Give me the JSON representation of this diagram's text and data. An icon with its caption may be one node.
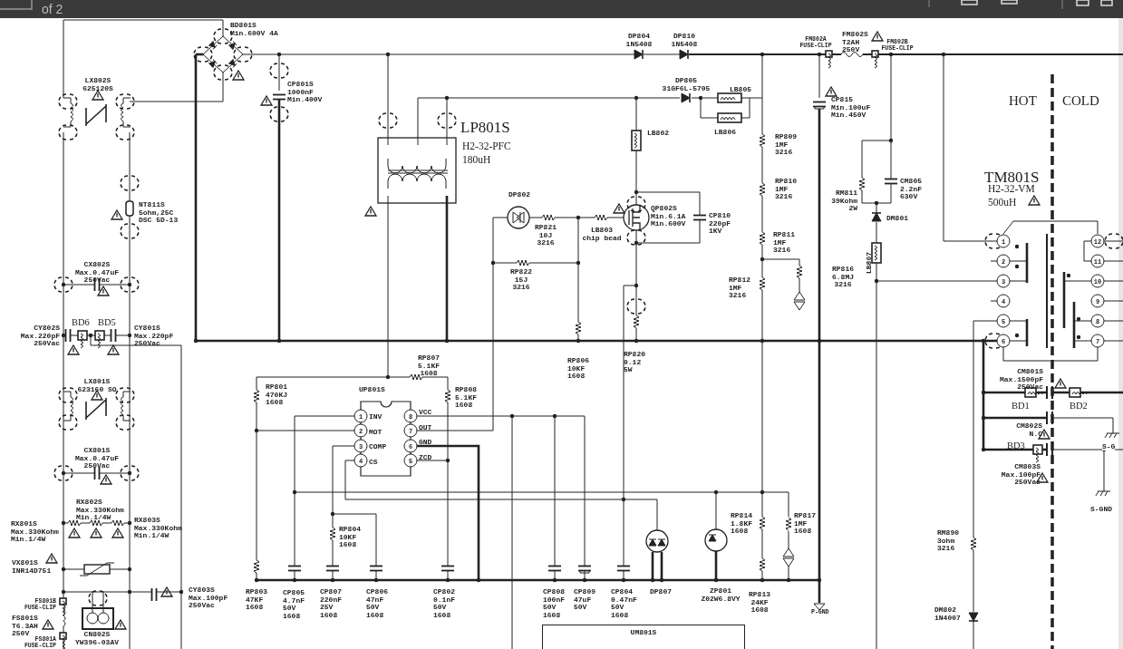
{
  "diagram": {
    "nodes": [
      {
        "text": [
          "UM801S"
        ]
      }
    ],
    "labels": [
      "of 2",
      "BD801S",
      "Min.600V 4A",
      "LX802S",
      "625120S",
      "CP801S",
      "1000nF",
      "Min.400V",
      "NT811S",
      "5ohm,25C",
      "DSC 5D-13",
      "CX802S",
      "Max.0.47uF",
      "250Vac",
      "LP801S",
      "H2-32-PFC",
      "180uH",
      "DP804",
      "1N5408",
      "DP810",
      "1N5408",
      "DP805",
      "31GF6L-5705",
      "LB805",
      "LB802",
      "LB806",
      "DP802",
      "RP821",
      "10J",
      "3216",
      "LB803",
      "chip bead",
      "RP822",
      "15J",
      "3216",
      "QP802S",
      "Min.6.1A",
      "Min.600V",
      "CP810",
      "220pF",
      "1KV",
      "FM802A",
      "FUSE-CLIP",
      "FM802S",
      "T2AH",
      "250V",
      "FM802B",
      "FUSE-CLIP",
      "CP815",
      "Min.100uF",
      "Min.450V",
      "RP809",
      "1MF",
      "3216",
      "RP810",
      "1MF",
      "3216",
      "RP811",
      "1MF",
      "3216",
      "RM811",
      "39Kohm",
      "2W",
      "CM805",
      "2.2nF",
      "630V",
      "DM801",
      "HOT",
      "COLD",
      "TM801S",
      "H2-32-VM",
      "500uH",
      "RP812",
      "1MF",
      "3216",
      "RP816",
      "6.8MJ",
      "3216",
      "LB807",
      "CY802S",
      "Max.220pF",
      "250Vac",
      "BD6",
      "BD5",
      "CY801S",
      "Max.220pF",
      "250Vac",
      "RP807",
      "5.1KF",
      "1608",
      "RP806",
      "10KF",
      "1608",
      "RP820",
      "0.12",
      "5W",
      "LX801S",
      "623160 SO",
      "RP801",
      "470KJ",
      "1608",
      "UP801S",
      "RP808",
      "5.1KF",
      "1608",
      "CM801S",
      "Max.1500pF",
      "250Vac",
      "BD1",
      "BD2",
      "INV",
      "MOT",
      "COMP",
      "CS",
      "VCC",
      "OUT",
      "GND",
      "ZCD",
      "CM802S",
      "N.C",
      "BD3",
      "CM803S",
      "Max.100pF",
      "250Vac",
      "S-G",
      "CX801S",
      "Max.0.47uF",
      "250Vac",
      "RX802S",
      "Max.330Kohm",
      "Min.1/4W",
      "RX801S",
      "Max.330Kohm",
      "Min.1/4W",
      "RX803S",
      "Max.330Kohm",
      "Min.1/4W",
      "S-GND",
      "RP814",
      "1.8KF",
      "1608",
      "RP817",
      "1MF",
      "1608",
      "RM890",
      "3ohm",
      "3216",
      "RP804",
      "10KF",
      "1608",
      "VX801S",
      "INR14D751",
      "CY803S",
      "Max.100pF",
      "250Vac",
      "RP803",
      "47KF",
      "1608",
      "CP805",
      "4.7nF",
      "50V",
      "1608",
      "CP807",
      "220nF",
      "25V",
      "1608",
      "CP806",
      "47nF",
      "50V",
      "1608",
      "CP802",
      "0.1nF",
      "50V",
      "1608",
      "CP808",
      "100nF",
      "50V",
      "1608",
      "CP809",
      "47uF",
      "50V",
      "CP804",
      "0.47nF",
      "50V",
      "1608",
      "DP807",
      "ZP801",
      "Z02W6.8VY",
      "RP813",
      "24KF",
      "1608",
      "FS801B",
      "FUSE-CLIP",
      "FS801S",
      "T6.3AH",
      "250V",
      "P-GND",
      "DM802",
      "1N4007",
      "FS801A",
      "FUSE-CLIP",
      "CN802S",
      "YW396-03AV",
      "1",
      "12",
      "2",
      "11",
      "3",
      "10",
      "4",
      "9",
      "5",
      "8",
      "6",
      "7",
      "1",
      "8",
      "2",
      "7",
      "3",
      "6",
      "4",
      "5"
    ]
  }
}
